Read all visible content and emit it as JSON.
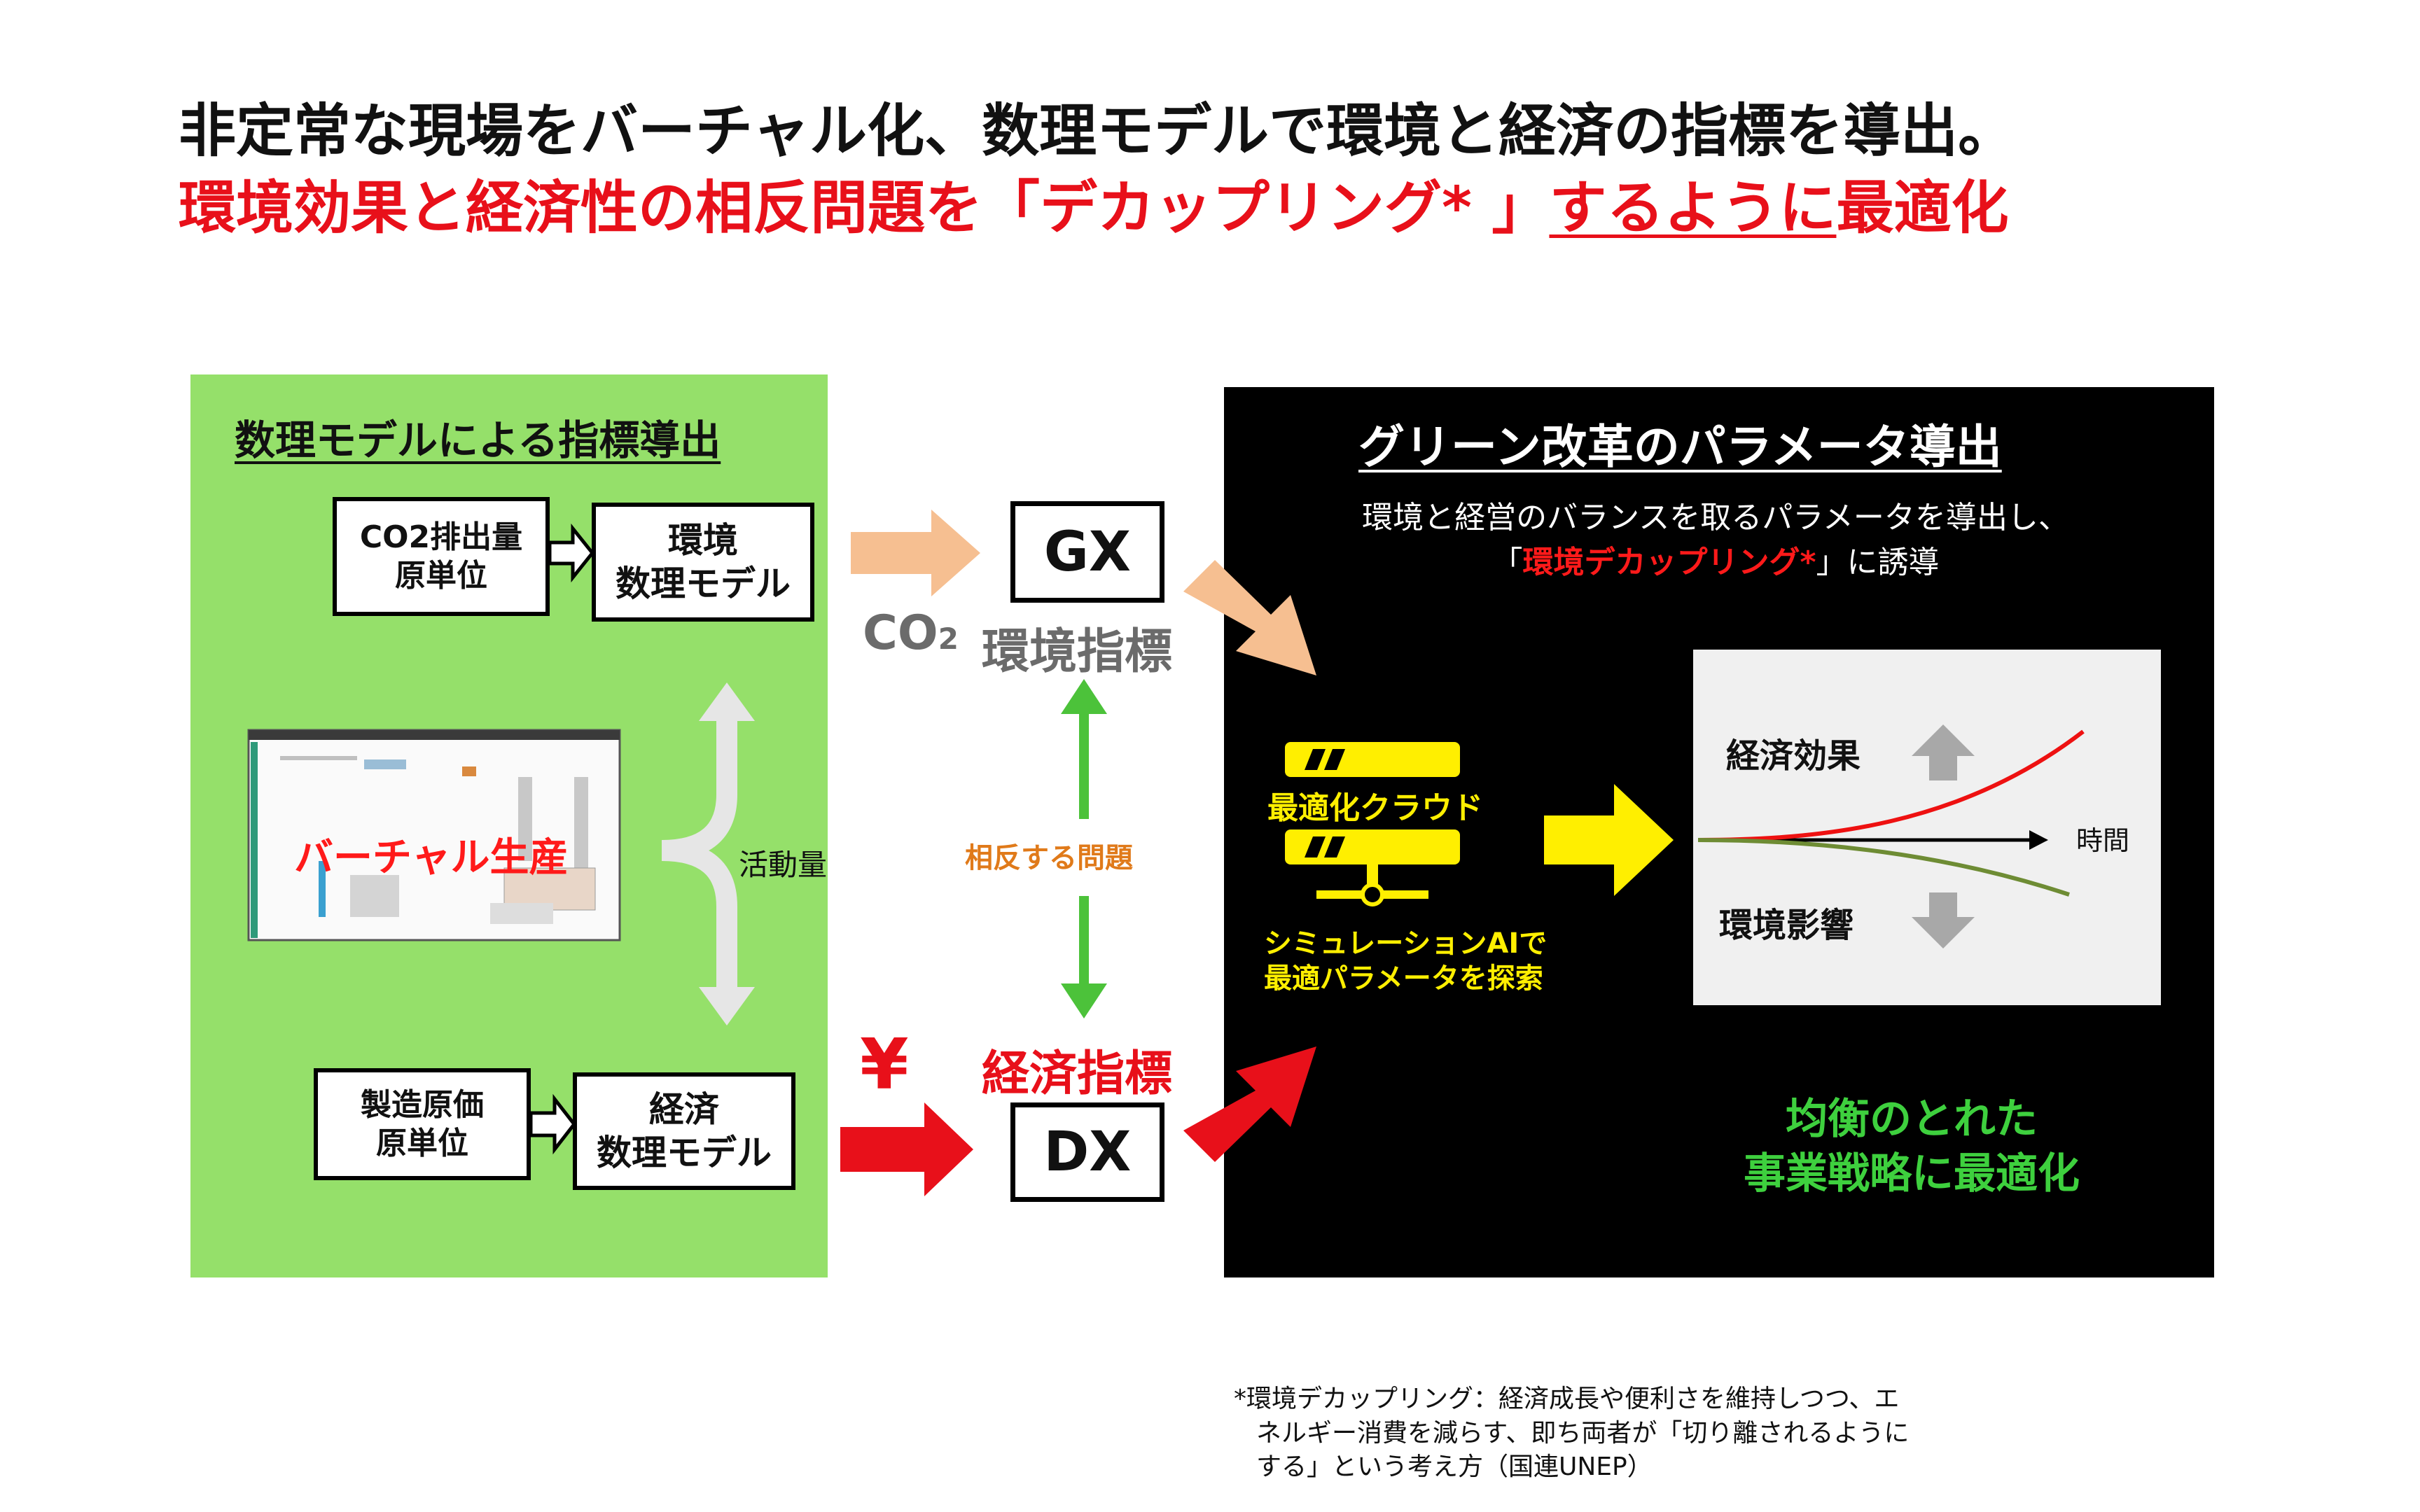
{
  "title": {
    "line1": "非定常な現場をバーチャル化、数理モデルで環境と経済の指標を導出。",
    "line2_prefix": "環境効果と経済性の相反問題を「デカップリング* 」",
    "line2_underlined": "するように",
    "line2_suffix": "最適化"
  },
  "left_panel": {
    "heading": "数理モデルによる指標導出",
    "co2_source": "CO2排出量\n原単位",
    "env_model": "環境\n数理モデル",
    "virtual_label": "バーチャル生産",
    "activity_label": "活動量",
    "cost_source": "製造原価\n原単位",
    "econ_model": "経済\n数理モデル"
  },
  "middle": {
    "gx": "GX",
    "co2": "CO",
    "co2_sub": "2",
    "env_index": "環境指標",
    "conflict": "相反する問題",
    "yen": "¥",
    "econ_index": "経済指標",
    "dx": "DX"
  },
  "right_panel": {
    "heading": "グリーン改革のパラメータ導出",
    "sub_line1": "環境と経営のバランスを取るパラメータを導出し、",
    "sub_open": "「",
    "sub_red": "環境デカップリング*",
    "sub_close": "」に誘導",
    "cloud_label": "最適化クラウド",
    "ai_line1": "シミュレーションAIで",
    "ai_line2": "最適パラメータを探索",
    "econ_effect": "経済効果",
    "env_impact": "環境影響",
    "time": "時間",
    "bottom_line1": "均衡のとれた",
    "bottom_line2": "事業戦略に最適化"
  },
  "footnote": {
    "line1": "*環境デカップリング：経済成長や便利さを維持しつつ、エ",
    "line2": "ネルギー消費を減らす、即ち両者が「切り離されるように",
    "line3": "する」という考え方（国連UNEP）"
  },
  "colors": {
    "green_panel": "#95e06a",
    "red": "#e8101a",
    "peach_arrow": "#f6bf91",
    "yellow": "#ffef00",
    "econ_curve": "#ee1111",
    "env_curve": "#6e8c34"
  }
}
